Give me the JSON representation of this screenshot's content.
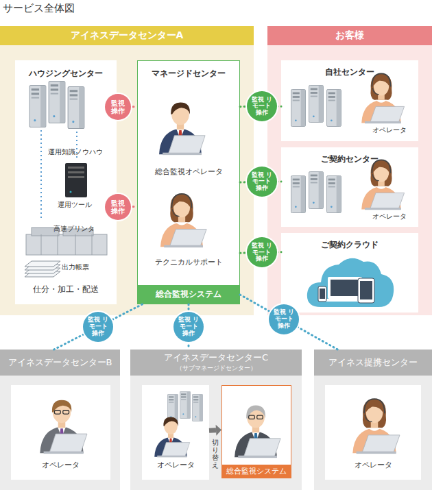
{
  "diagram": {
    "title": "サービス全体図",
    "nodes": [
      {
        "text": [
          "アイネスデータセンターA"
        ]
      },
      {
        "text": [
          "ハウジングセンター",
          "運用知識ノウハウ",
          "運用ツール",
          "高速プリンタ",
          "出力帳票",
          "仕分・加工・配送"
        ],
        "in": 0
      },
      {
        "text": [
          "マネージドセンター",
          "総合監視オペレータ",
          "テクニカルサポート"
        ],
        "in": 0
      },
      {
        "text": [
          "総合監視システム"
        ],
        "in": 2
      },
      {
        "text": [
          "お客様"
        ]
      },
      {
        "text": [
          "自社センター",
          "オペレータ"
        ],
        "in": 4
      },
      {
        "text": [
          "ご契約センター",
          "オペレータ"
        ],
        "in": 4
      },
      {
        "text": [
          "ご契約クラウド"
        ],
        "in": 4
      },
      {
        "text": [
          "アイネスデータセンターB"
        ]
      },
      {
        "text": [
          "オペレータ"
        ],
        "in": 8
      },
      {
        "text": [
          "アイネスデータセンターC",
          "（サブマネージドセンター）"
        ]
      },
      {
        "text": [
          "オペレータ"
        ],
        "in": 10
      },
      {
        "text": [
          "総合監視システム"
        ],
        "in": 10
      },
      {
        "text": [
          "アイネス提携センター"
        ]
      },
      {
        "text": [
          "オペレータ"
        ],
        "in": 13
      }
    ],
    "edges": [
      {
        "from": 1,
        "to": 2,
        "label": "監視 操作",
        "arrow": "none"
      },
      {
        "from": 1,
        "to": 2,
        "label": "監視 操作",
        "arrow": "none"
      },
      {
        "from": 2,
        "to": 5,
        "label": "監視 リモート 操作",
        "arrow": "none"
      },
      {
        "from": 2,
        "to": 6,
        "label": "監視 リモート 操作",
        "arrow": "none"
      },
      {
        "from": 2,
        "to": 7,
        "label": "監視 リモート 操作",
        "arrow": "none"
      },
      {
        "from": 3,
        "to": 8,
        "label": "監視 リモート 操作",
        "arrow": "none"
      },
      {
        "from": 3,
        "to": 10,
        "label": "監視 リモート 操作",
        "arrow": "none"
      },
      {
        "from": 3,
        "to": 13,
        "label": "監視 リモート 操作",
        "arrow": "none"
      },
      {
        "from": 11,
        "to": 12,
        "label": "切り替え",
        "arrow": "to"
      }
    ]
  }
}
